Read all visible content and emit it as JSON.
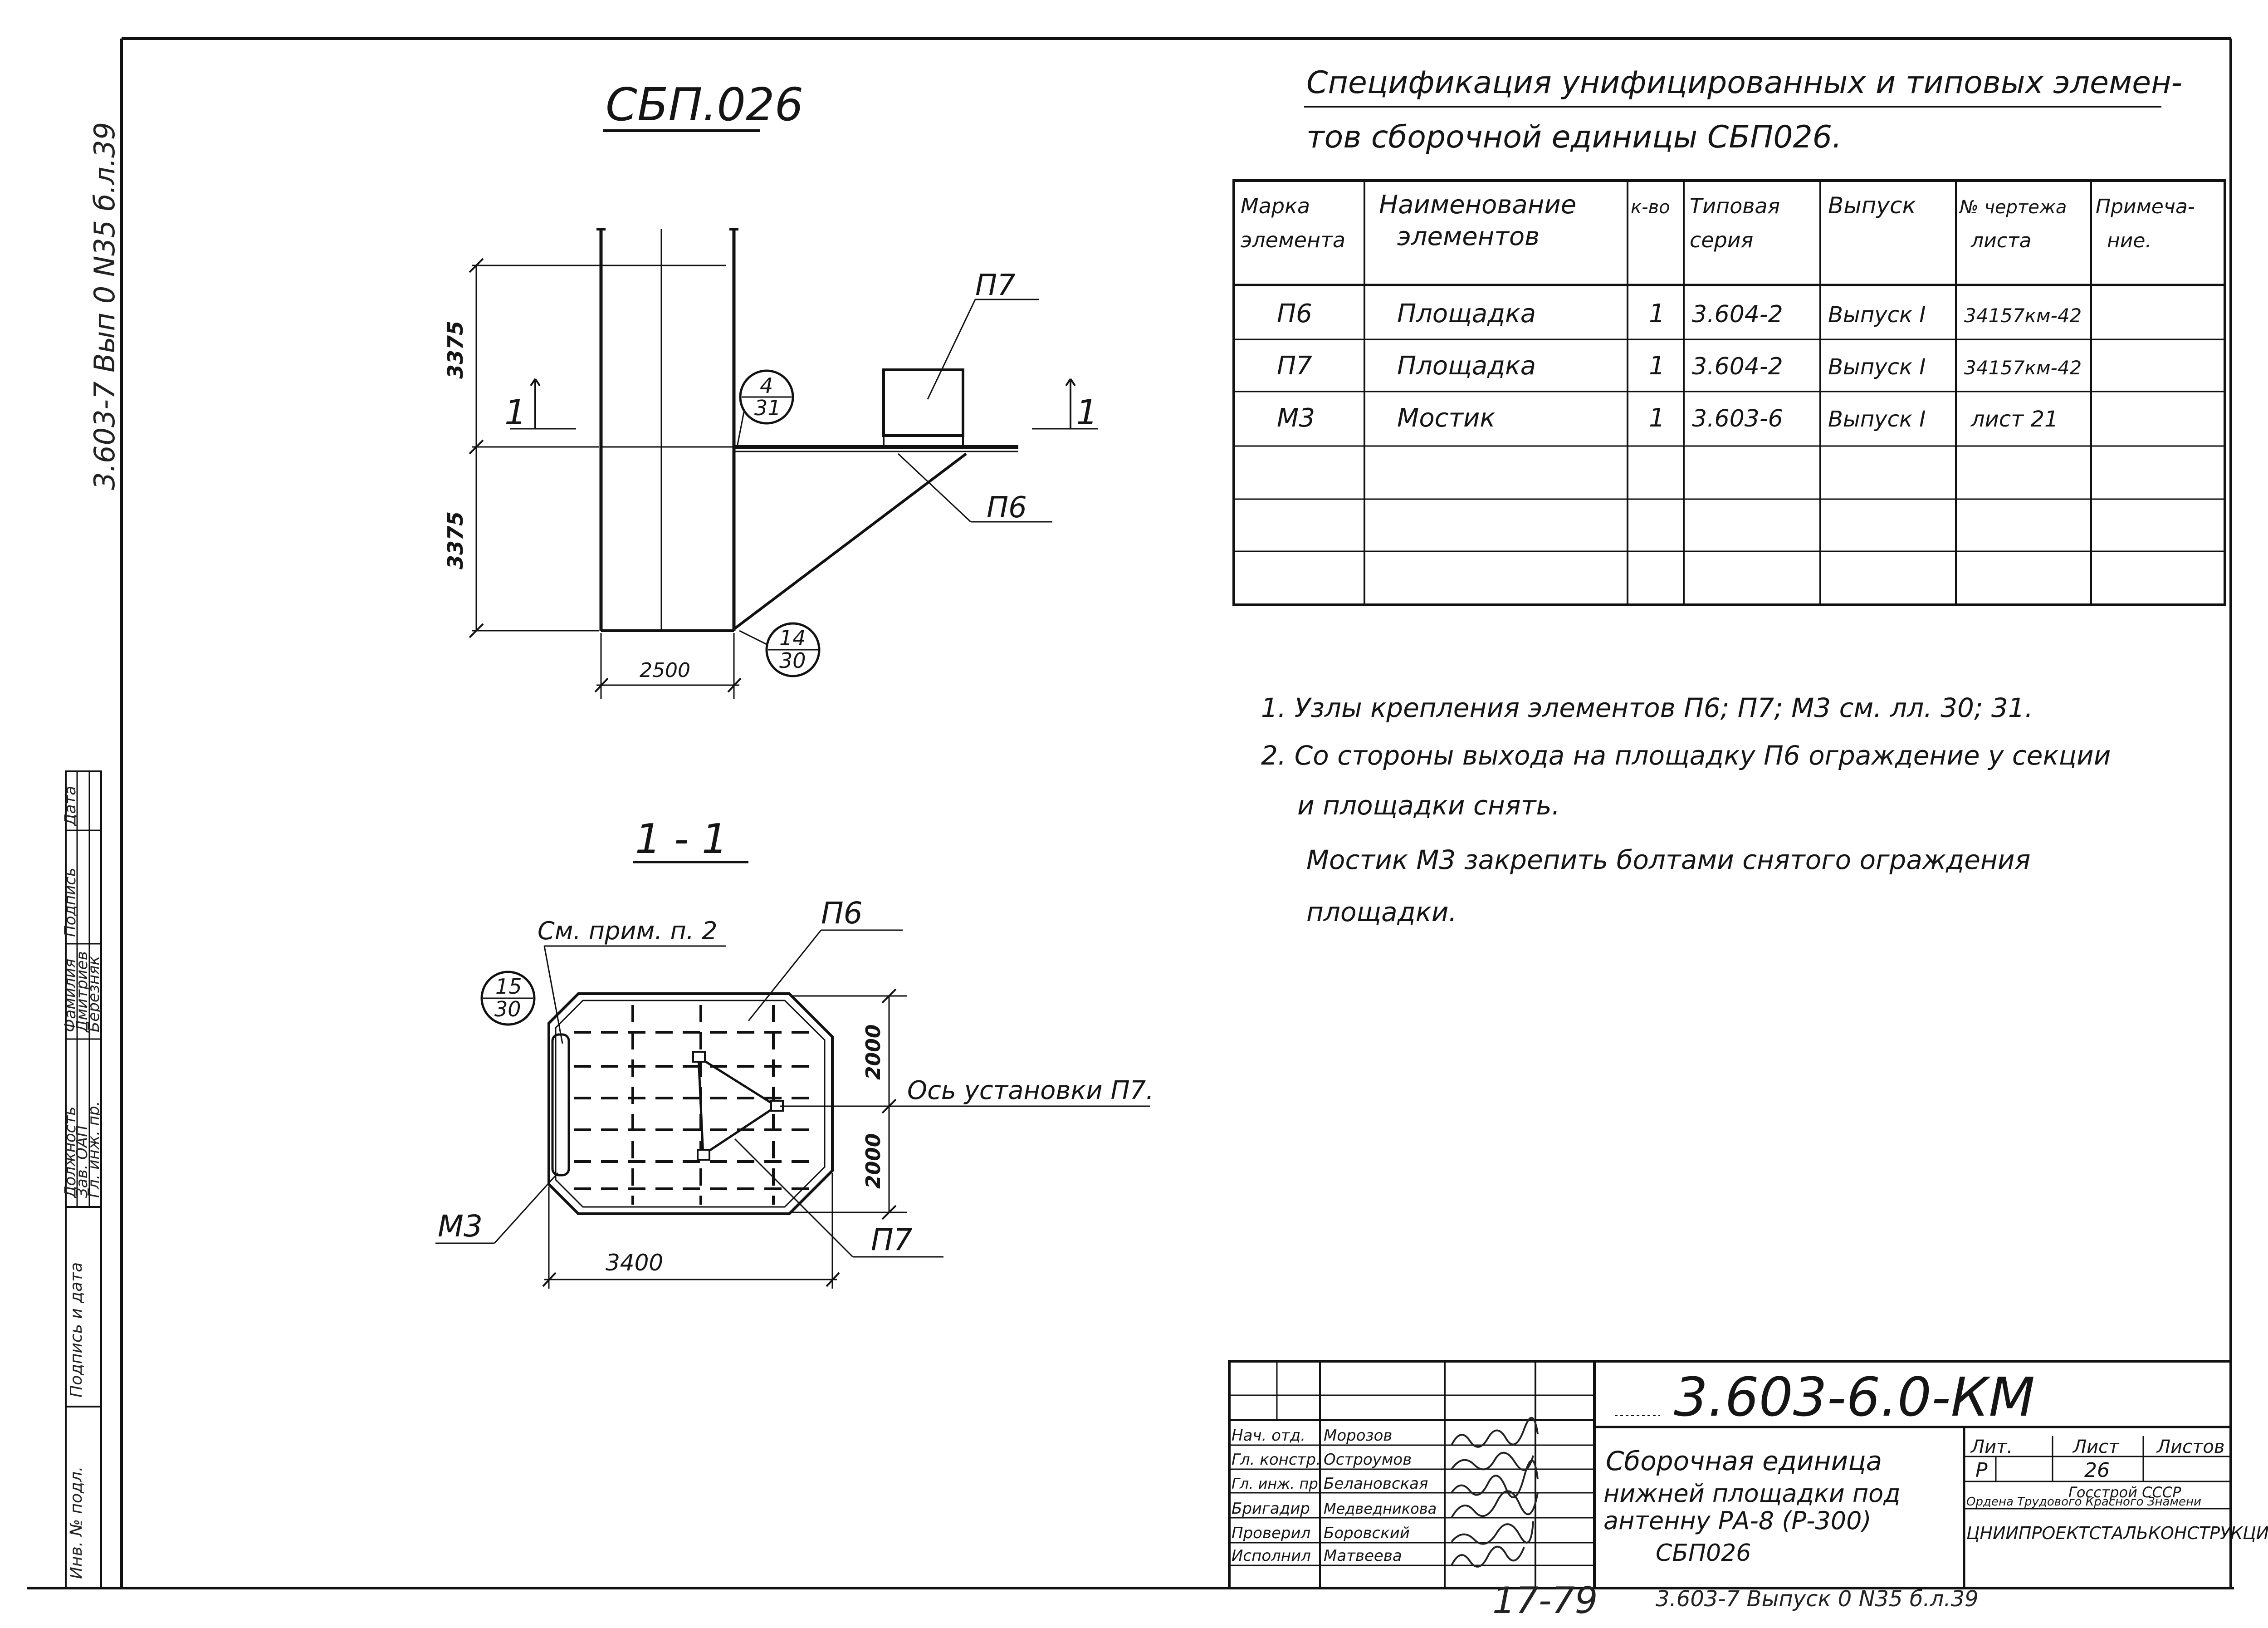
{
  "drawing_title": "СБП.026",
  "section_title": "1 - 1",
  "spec": {
    "title_line1": "Спецификация унифицированных и типовых элемен-",
    "title_line2": "тов сборочной единицы СБП026.",
    "headers": [
      [
        "Марка",
        "элемента"
      ],
      [
        "Наименование",
        "элементов"
      ],
      [
        "к-во",
        ""
      ],
      [
        "Типовая",
        "серия"
      ],
      [
        "Выпуск",
        ""
      ],
      [
        "№ чертежа",
        "листа"
      ],
      [
        "Примеча-",
        "ние."
      ]
    ],
    "rows": [
      [
        "П6",
        "Площадка",
        "1",
        "3.604-2",
        "Выпуск I",
        "34157км-42",
        ""
      ],
      [
        "П7",
        "Площадка",
        "1",
        "3.604-2",
        "Выпуск I",
        "34157км-42",
        ""
      ],
      [
        "М3",
        "Мостик",
        "1",
        "3.603-6",
        "Выпуск I",
        "лист 21",
        ""
      ]
    ]
  },
  "notes": [
    "1. Узлы крепления элементов П6; П7; М3 см. лл. 30; 31.",
    "2. Со стороны выхода на площадку П6 ограждение у секции",
    "и площадки снять.",
    "Мостик М3 закрепить болтами снятого ограждения",
    "площадки."
  ],
  "elevation": {
    "dim_upper": "3375",
    "dim_lower": "3375",
    "dim_width": "2500",
    "label_p7": "П7",
    "label_p6": "П6",
    "section_mark": "1",
    "node1_top": "4",
    "node1_bottom": "31",
    "node2_top": "14",
    "node2_bottom": "30"
  },
  "plan": {
    "note_ref": "См. прим. п. 2",
    "label_p6": "П6",
    "label_p7": "П7",
    "label_m3": "М3",
    "axis_label": "Ось установки П7.",
    "dim_upper": "2000",
    "dim_lower": "2000",
    "dim_width": "3400",
    "node_top": "15",
    "node_bottom": "30"
  },
  "left_strip": {
    "top_ref": "3.603-7 Вып 0 N35 б.л.39",
    "col_position": "Должность",
    "col_surname": "Фамилия",
    "col_signature": "Подпись",
    "col_date": "Дата",
    "row1_position": "Зав. ОАП",
    "row1_surname": "Дмитриев",
    "row2_position": "Гл. инж. пр.",
    "row2_surname": "Березняк",
    "sign_date": "Подпись и дата",
    "inv_no": "Инв. № подл."
  },
  "title_block": {
    "doc_code": "3.603-6.0-КМ",
    "people": [
      [
        "Нач. отд.",
        "Морозов"
      ],
      [
        "Гл. констр.",
        "Остроумов"
      ],
      [
        "Гл. инж. пр.",
        "Белановская"
      ],
      [
        "Бригадир",
        "Медведникова"
      ],
      [
        "Проверил",
        "Боровский"
      ],
      [
        "Исполнил",
        "Матвеева"
      ]
    ],
    "desc_line1": "Сборочная единица",
    "desc_line2": "нижней площадки под",
    "desc_line3": "антенну РА-8 (Р-300)",
    "desc_line4": "СБП026",
    "lit_label": "Лит.",
    "sheet_label": "Лист",
    "sheets_label": "Листов",
    "lit_value": "Р",
    "sheet_value": "26",
    "org_line1": "Госстрой СССР",
    "org_line2": "Ордена Трудового Красного Знамени",
    "org_line3": "ЦНИИПРОЕКТСТАЛЬКОНСТРУКЦИЯ"
  },
  "footer": {
    "page_no": "17-79",
    "ref": "3.603-7 Выпуск 0 N35 б.л.39"
  }
}
